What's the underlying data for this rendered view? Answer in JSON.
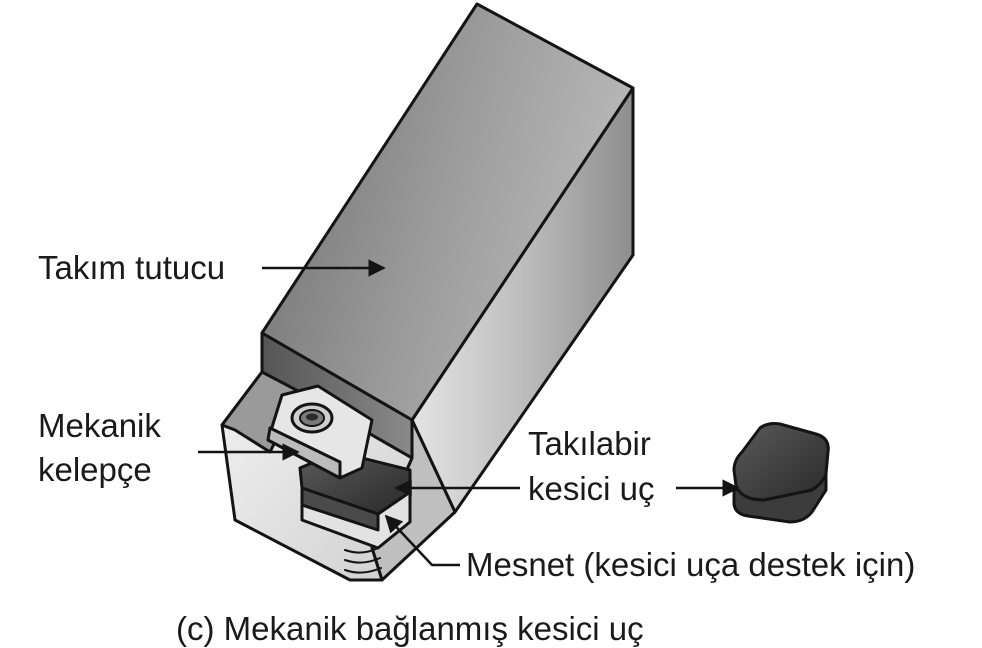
{
  "labels": {
    "tool_holder": "Takım tutucu",
    "clamp_line1": "Mekanik",
    "clamp_line2": "kelepçe",
    "insert_line1": "Takılabir",
    "insert_line2": "kesici uç",
    "seat": "Mesnet (kesici uça destek için)"
  },
  "caption": "(c) Mekanik bağlanmış kesici uç",
  "colors": {
    "outline": "#141414",
    "holder_dark": "#5c5c5c",
    "holder_light": "#cfcfcf",
    "insert_dark": "#3a3a3a",
    "seat_light": "#e2e2e2"
  }
}
